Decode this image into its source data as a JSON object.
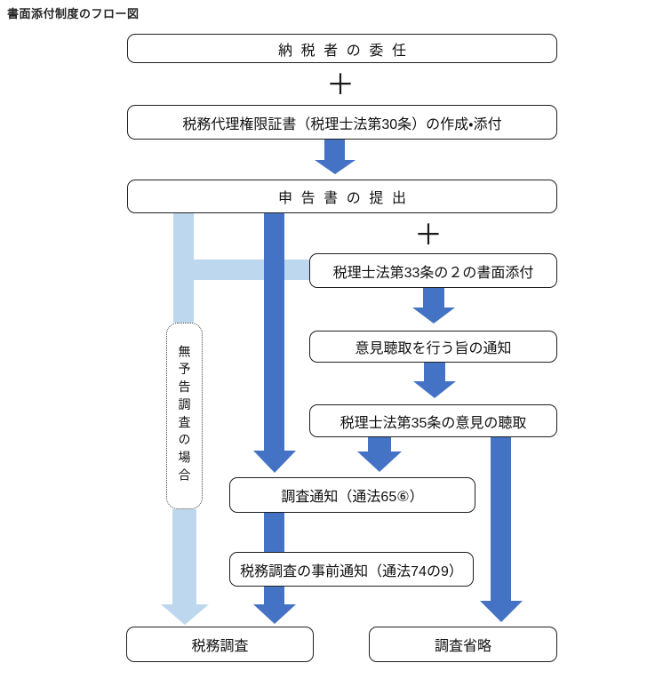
{
  "title": "書面添付制度のフロー図",
  "plus_sign": "＋",
  "colors": {
    "arrow_primary": "#4472C4",
    "arrow_light": "#BDD7EE",
    "box_border": "#1f1f1f",
    "text": "#111111"
  },
  "flow": {
    "taxpayer_delegation": "納税者の委任",
    "tax_agent_certificate": "税務代理権限証書（税理士法第30条）の作成・添付",
    "return_filing": "申告書の提出",
    "document_attachment": "税理士法第33条の２の書面添付",
    "opinion_hearing_notice": "意見聴取を行う旨の通知",
    "opinion_hearing": "税理士法第35条の意見の聴取",
    "investigation_notice": "調査通知（通法65⑥）",
    "advance_notice": "税務調査の事前通知（通法74の9）",
    "no_advance_notice_case": "無予告調査の場合",
    "tax_investigation": "税務調査",
    "investigation_omitted": "調査省略"
  }
}
